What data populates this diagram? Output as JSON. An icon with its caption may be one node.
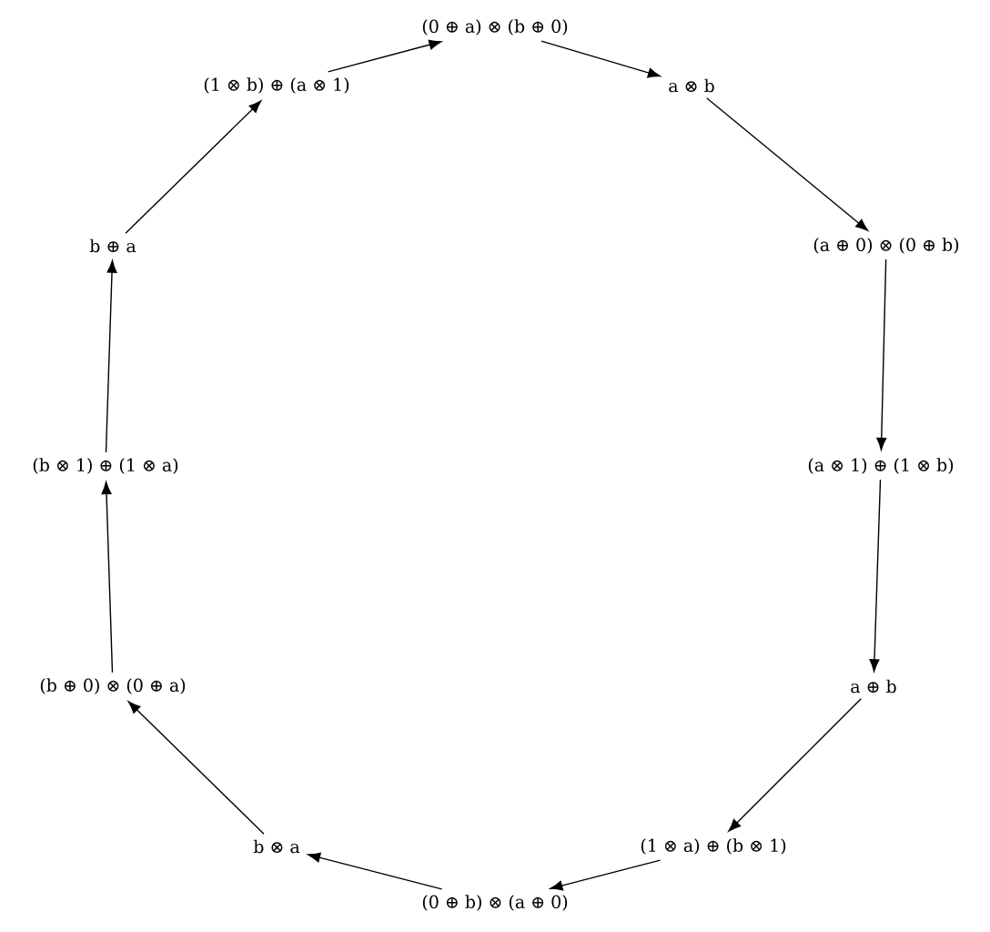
{
  "diagram": {
    "nodes": [
      {
        "text": [
          "(0 ⊕ a) ⊗ (b ⊕ 0)"
        ]
      },
      {
        "text": [
          "a ⊗ b"
        ]
      },
      {
        "text": [
          "(a ⊕ 0) ⊗ (0 ⊕ b)"
        ]
      },
      {
        "text": [
          "(a ⊗ 1) ⊕ (1 ⊗ b)"
        ]
      },
      {
        "text": [
          "a ⊕ b"
        ]
      },
      {
        "text": [
          "(1 ⊗ a) ⊕ (b ⊗ 1)"
        ]
      },
      {
        "text": [
          "(0 ⊕ b) ⊗ (a ⊕ 0)"
        ]
      },
      {
        "text": [
          "b ⊗ a"
        ]
      },
      {
        "text": [
          "(b ⊕ 0) ⊗ (0 ⊕ a)"
        ]
      },
      {
        "text": [
          "(b ⊗ 1) ⊕ (1 ⊗ a)"
        ]
      },
      {
        "text": [
          "b ⊕ a"
        ]
      },
      {
        "text": [
          "(1 ⊗ b) ⊕ (a ⊗ 1)"
        ]
      }
    ],
    "edges": [
      {
        "from": 0,
        "to": 1,
        "arrow": "to"
      },
      {
        "from": 1,
        "to": 2,
        "arrow": "to"
      },
      {
        "from": 2,
        "to": 3,
        "arrow": "to"
      },
      {
        "from": 3,
        "to": 4,
        "arrow": "to"
      },
      {
        "from": 4,
        "to": 5,
        "arrow": "to"
      },
      {
        "from": 5,
        "to": 6,
        "arrow": "to"
      },
      {
        "from": 6,
        "to": 7,
        "arrow": "to"
      },
      {
        "from": 7,
        "to": 8,
        "arrow": "to"
      },
      {
        "from": 8,
        "to": 9,
        "arrow": "to"
      },
      {
        "from": 9,
        "to": 10,
        "arrow": "to"
      },
      {
        "from": 10,
        "to": 11,
        "arrow": "to"
      },
      {
        "from": 11,
        "to": 0,
        "arrow": "to"
      }
    ]
  }
}
